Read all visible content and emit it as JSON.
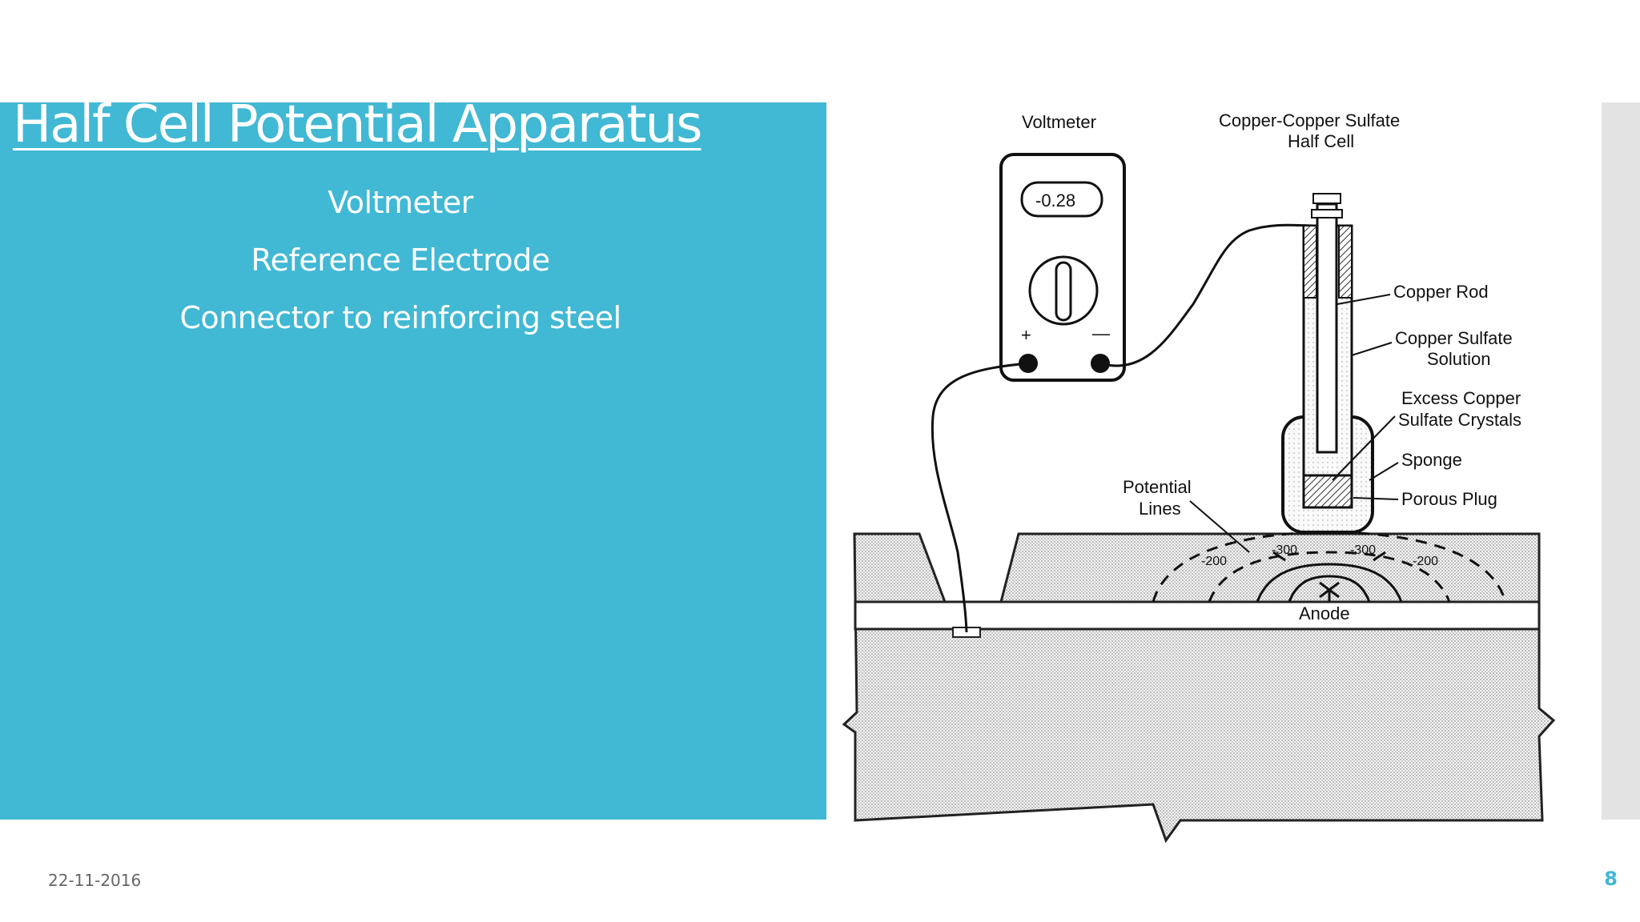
{
  "slide": {
    "title": "Half Cell Potential Apparatus",
    "bullets": [
      "Voltmeter",
      "Reference Electrode",
      "Connector to reinforcing steel"
    ],
    "date": "22-11-2016",
    "page_number": "8"
  },
  "diagram": {
    "voltmeter_label": "Voltmeter",
    "half_cell_label_line1": "Copper-Copper Sulfate",
    "half_cell_label_line2": "Half Cell",
    "display_reading": "-0.28",
    "plus_sign": "+",
    "minus_sign": "—",
    "copper_rod": "Copper Rod",
    "copper_sulfate_line1": "Copper Sulfate",
    "copper_sulfate_line2": "Solution",
    "crystals_line1": "Excess Copper",
    "crystals_line2": "Sulfate Crystals",
    "sponge": "Sponge",
    "porous_plug": "Porous Plug",
    "potential_lines_line1": "Potential",
    "potential_lines_line2": "Lines",
    "contour_values": [
      "-200",
      "-300",
      "-300",
      "-200"
    ],
    "anode": "Anode"
  },
  "colors": {
    "panel": "#41b8d4",
    "title_text": "#ffffff",
    "page_number": "#41b8d4",
    "side_strip": "#e3e3e3"
  }
}
